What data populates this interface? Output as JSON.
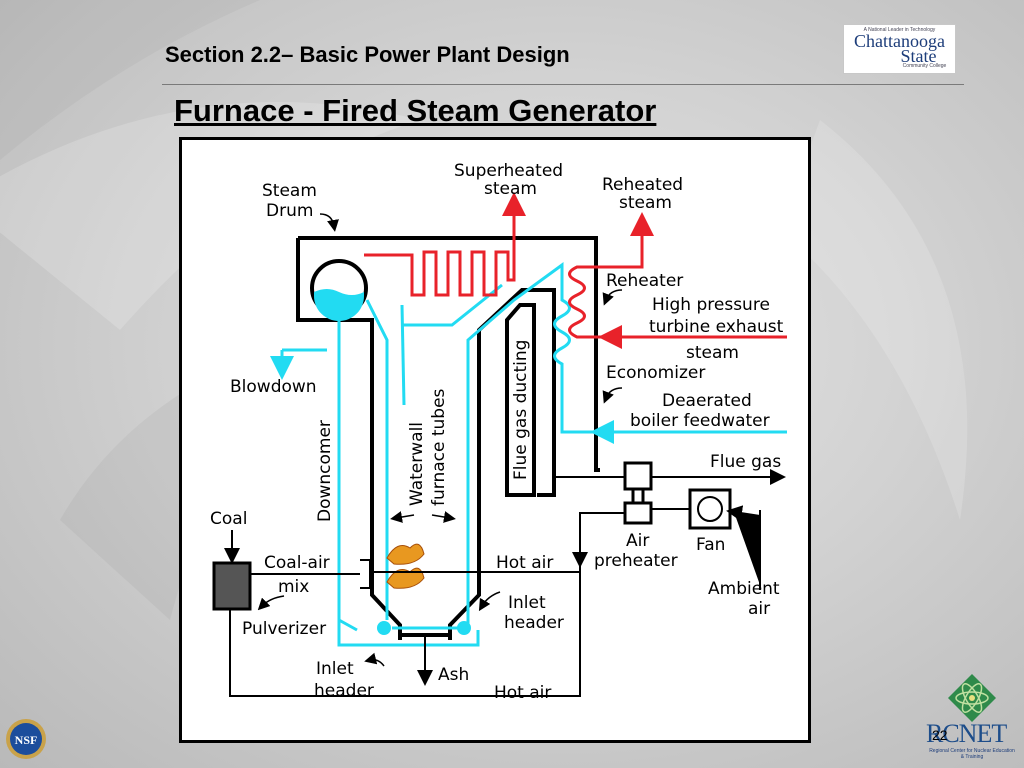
{
  "header": {
    "section_title": "Section 2.2– Basic Power Plant Design",
    "slide_title": "Furnace - Fired Steam Generator"
  },
  "logos": {
    "chattanooga": {
      "tagline": "A National Leader in Technology",
      "line1": "Chattanooga",
      "line2": "State",
      "line3": "Community College"
    },
    "nsf": "NSF",
    "rcnet": {
      "word": "RCNET",
      "subtitle": "Regional Center for Nuclear Education & Training"
    }
  },
  "footer": {
    "page_number": "22"
  },
  "colors": {
    "steam": "#e8222a",
    "water": "#22dbf2",
    "outline": "#000000"
  },
  "diagram": {
    "labels": {
      "steam_drum_1": "Steam",
      "steam_drum_2": "Drum",
      "superheated_1": "Superheated",
      "superheated_2": "steam",
      "reheated_1": "Reheated",
      "reheated_2": "steam",
      "reheater": "Reheater",
      "hp_exhaust_1": "High pressure",
      "hp_exhaust_2": "turbine exhaust",
      "hp_exhaust_3": "steam",
      "economizer": "Economizer",
      "feedwater_1": "Deaerated",
      "feedwater_2": "boiler feedwater",
      "flue_gas": "Flue gas",
      "flue_gas_ducting": "Flue gas ducting",
      "waterwall_1": "Waterwall",
      "waterwall_2": "furnace tubes",
      "downcomer": "Downcomer",
      "blowdown": "Blowdown",
      "coal": "Coal",
      "coal_air_1": "Coal-air",
      "coal_air_2": "mix",
      "pulverizer": "Pulverizer",
      "hot_air_upper": "Hot air",
      "hot_air_lower": "Hot air",
      "air_preheater_1": "Air",
      "air_preheater_2": "preheater",
      "fan": "Fan",
      "ambient_1": "Ambient",
      "ambient_2": "air",
      "inlet_header_right_1": "Inlet",
      "inlet_header_right_2": "header",
      "inlet_header_left_1": "Inlet",
      "inlet_header_left_2": "header",
      "ash": "Ash"
    }
  }
}
